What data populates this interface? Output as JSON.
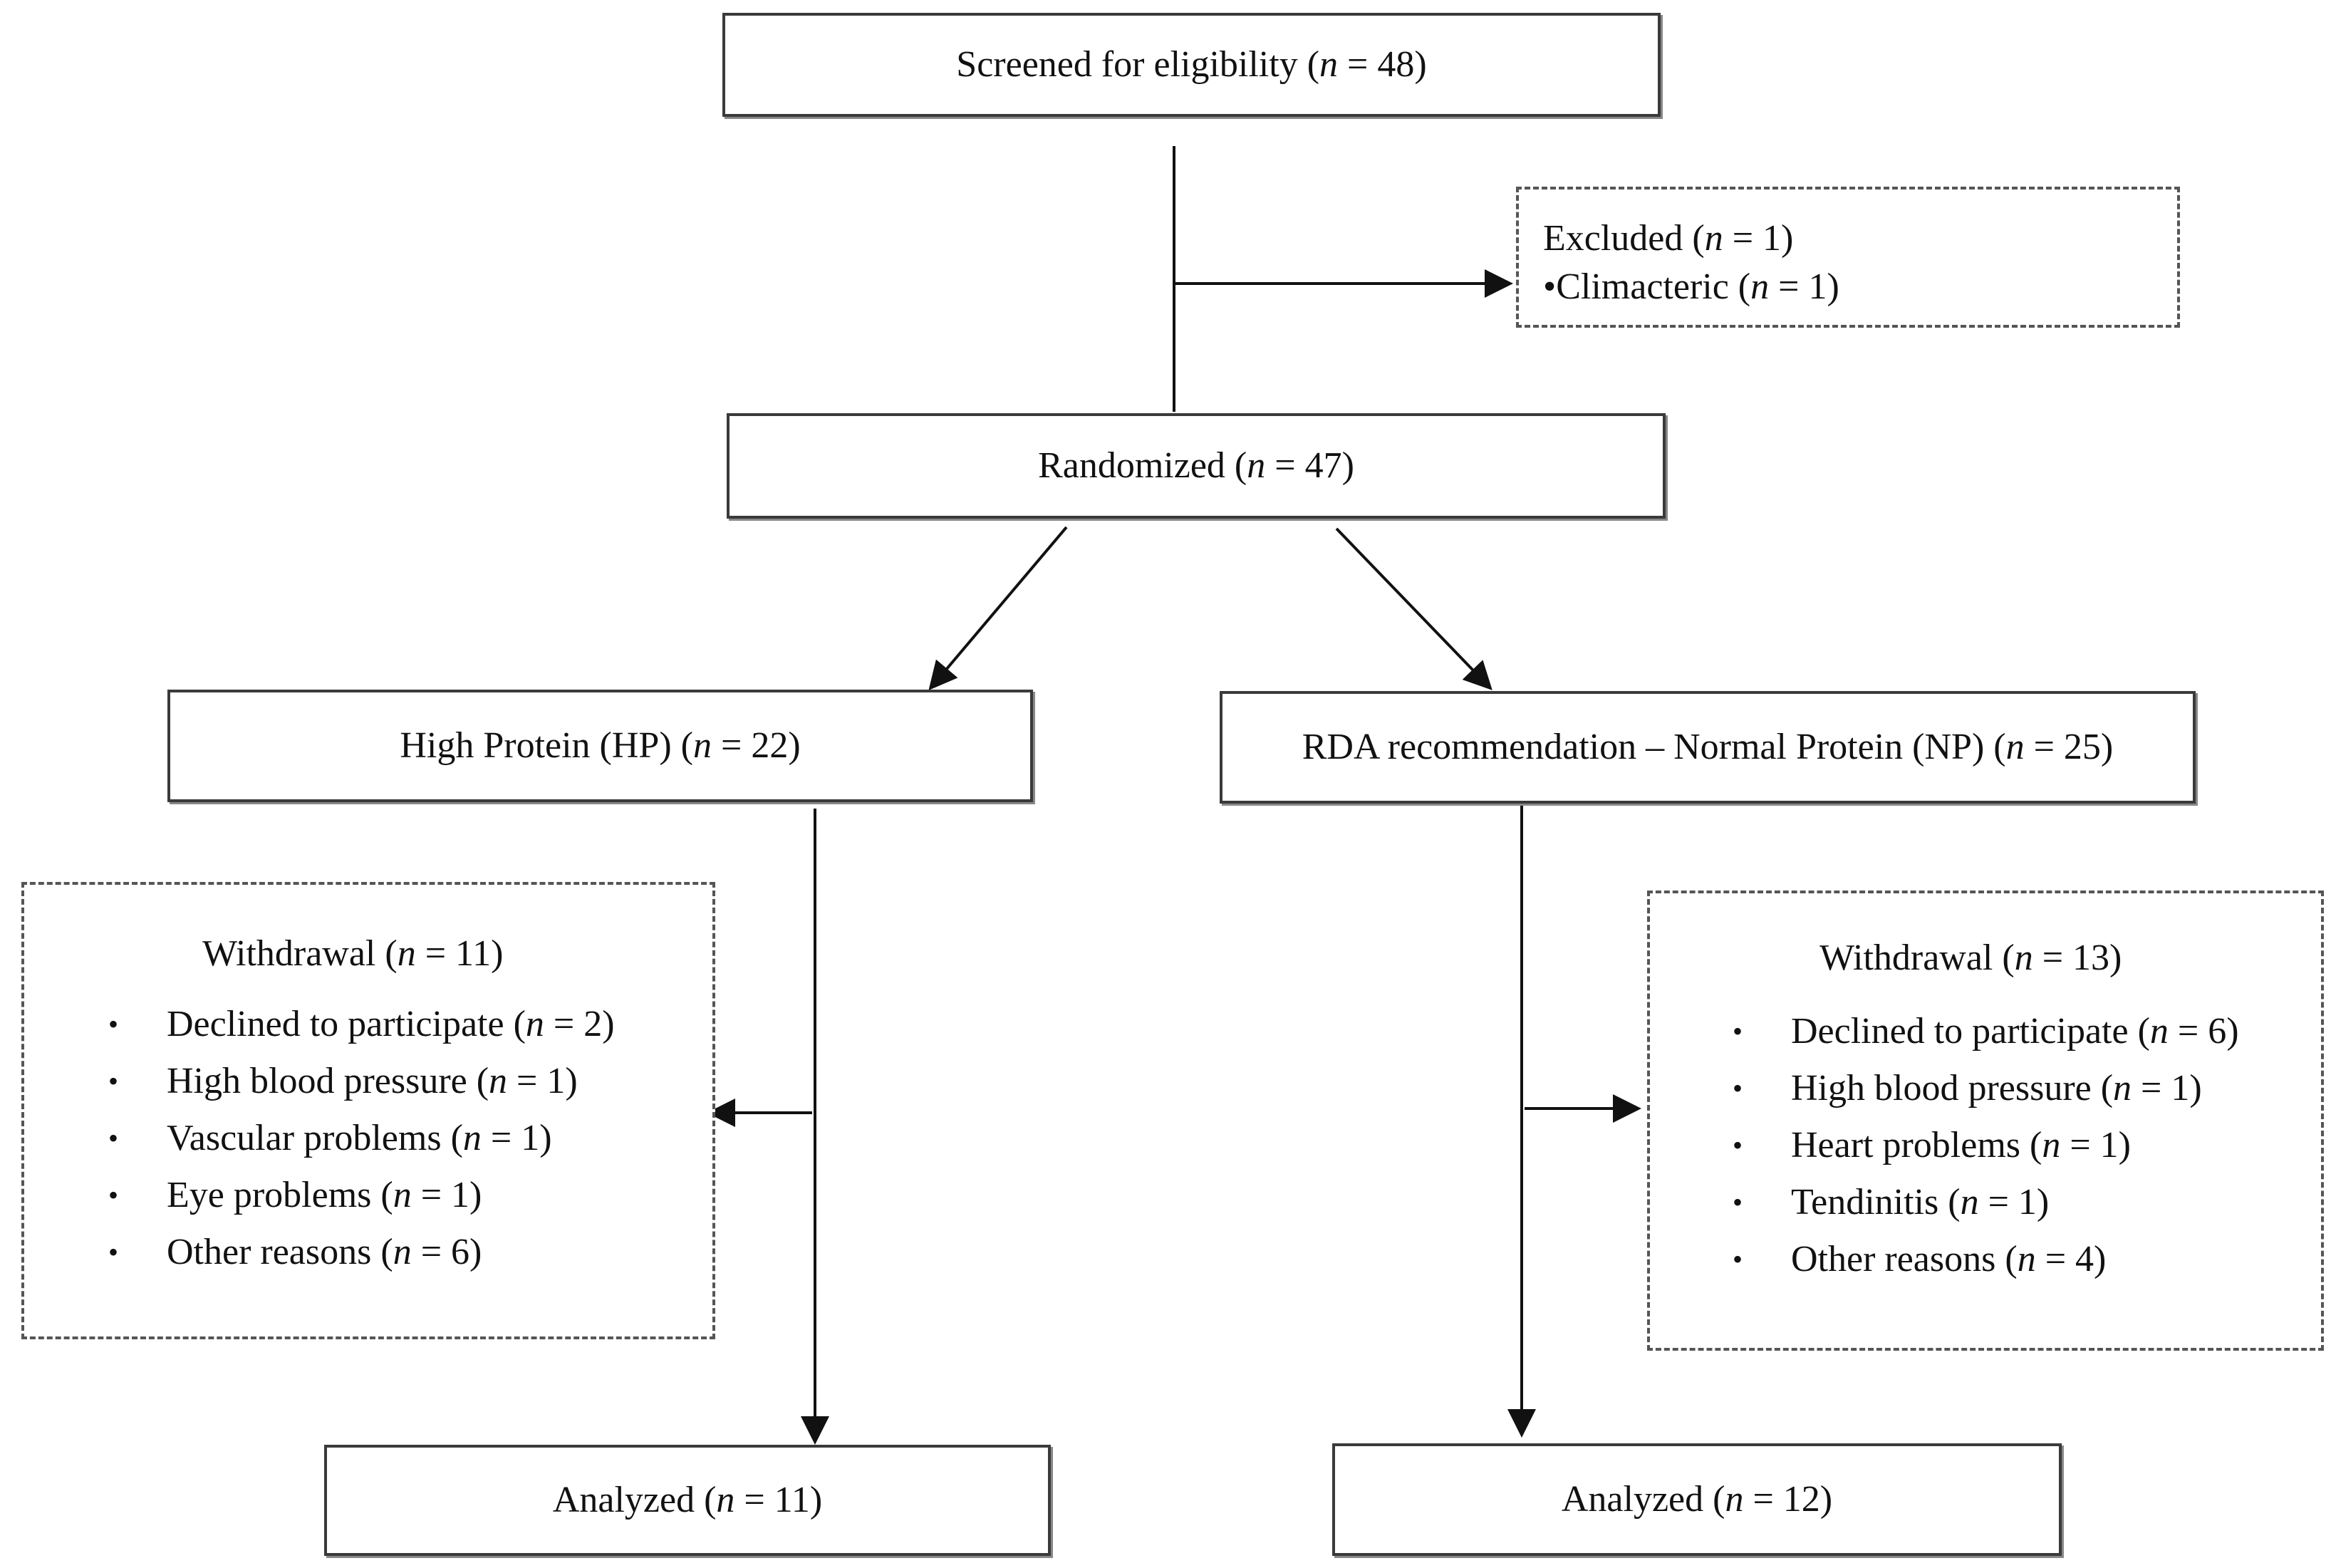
{
  "n_symbol": "n",
  "equals": " = ",
  "screened": {
    "label": "Screened for eligibility",
    "n": "48"
  },
  "excluded": {
    "label": "Excluded",
    "n": "1",
    "reasons": [
      {
        "label": "Climacteric",
        "n": "1"
      }
    ]
  },
  "randomized": {
    "label": "Randomized",
    "n": "47"
  },
  "hp": {
    "arm_label": "High Protein (HP)",
    "arm_n": "22",
    "withdrawal": {
      "label": "Withdrawal",
      "n": "11",
      "reasons": [
        {
          "label": "Declined to participate",
          "n": "2"
        },
        {
          "label": "High blood pressure",
          "n": "1"
        },
        {
          "label": "Vascular problems",
          "n": "1"
        },
        {
          "label": "Eye problems",
          "n": "1"
        },
        {
          "label": "Other reasons",
          "n": "6"
        }
      ]
    },
    "analyzed": {
      "label": "Analyzed",
      "n": "11"
    }
  },
  "np": {
    "arm_label": "RDA recommendation – Normal Protein (NP)",
    "arm_n": "25",
    "withdrawal": {
      "label": "Withdrawal",
      "n": "13",
      "reasons": [
        {
          "label": "Declined to participate",
          "n": "6"
        },
        {
          "label": "High blood pressure",
          "n": "1"
        },
        {
          "label": "Heart problems",
          "n": "1"
        },
        {
          "label": "Tendinitis",
          "n": "1"
        },
        {
          "label": "Other reasons",
          "n": "4"
        }
      ]
    },
    "analyzed": {
      "label": "Analyzed",
      "n": "12"
    }
  }
}
